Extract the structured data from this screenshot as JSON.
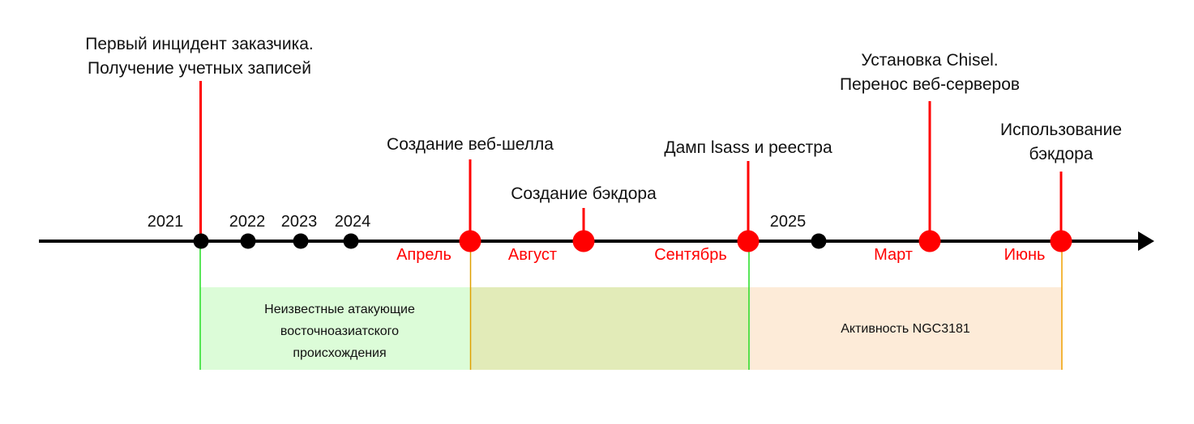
{
  "colors": {
    "axis": "#000000",
    "event": "#ff0000",
    "band_unknown": "#dcfcd8",
    "band_overlap": "#e2ebb8",
    "band_ngc": "#fdebd8",
    "border_green": "#22dd22",
    "border_orange": "#f0a000"
  },
  "years": [
    "2021",
    "2022",
    "2023",
    "2024",
    "2025"
  ],
  "months": [
    "Апрель",
    "Август",
    "Сентябрь",
    "Март",
    "Июнь"
  ],
  "events": [
    {
      "line1": "Первый инцидент заказчика.",
      "line2": "Получение учетных записей"
    },
    {
      "line1": "Создание веб-шелла"
    },
    {
      "line1": "Создание бэкдора"
    },
    {
      "line1": "Дамп lsass и реестра"
    },
    {
      "line1": "Установка Chisel.",
      "line2": "Перенос веб-серверов"
    },
    {
      "line1": "Использование",
      "line2": "бэкдора"
    }
  ],
  "bands": {
    "unknown": {
      "line1": "Неизвестные атакующие",
      "line2": "восточноазиатского",
      "line3": "происхождения"
    },
    "ngc": "Активность NGC3181"
  }
}
